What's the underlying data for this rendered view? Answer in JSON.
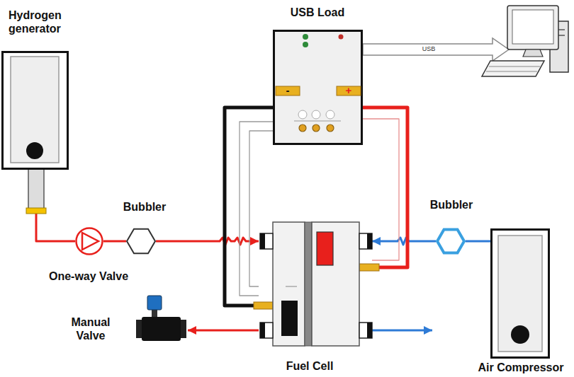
{
  "diagram": {
    "nodes": [
      {
        "text": [
          "Hydrogen generator"
        ]
      },
      {
        "text": [
          "USB Load"
        ]
      },
      {
        "text": [
          "Bubbler"
        ]
      },
      {
        "text": [
          "Bubbler"
        ]
      },
      {
        "text": [
          "One-way Valve"
        ]
      },
      {
        "text": [
          "Fuel Cell"
        ]
      },
      {
        "text": [
          "Manual Valve"
        ]
      },
      {
        "text": [
          "Air Compressor"
        ]
      }
    ],
    "edges": [
      {
        "from": 0,
        "to": 4,
        "arrow": "none"
      },
      {
        "from": 4,
        "to": 2,
        "arrow": "none"
      },
      {
        "from": 2,
        "to": 5,
        "arrow": "to"
      },
      {
        "from": 5,
        "to": 6,
        "arrow": "to"
      },
      {
        "from": 7,
        "to": 3,
        "arrow": "none"
      },
      {
        "from": 3,
        "to": 5,
        "arrow": "to"
      },
      {
        "from": 1,
        "to": 5,
        "arrow": "none"
      },
      {
        "from": 1,
        "to": 5,
        "arrow": "none"
      },
      {
        "from": 1,
        "to": 5,
        "arrow": "none"
      },
      {
        "from": 1,
        "to": 5,
        "arrow": "none"
      },
      {
        "from": 1,
        "to": 5,
        "arrow": "none"
      }
    ],
    "labels": [
      "USB",
      "-",
      "+"
    ]
  }
}
